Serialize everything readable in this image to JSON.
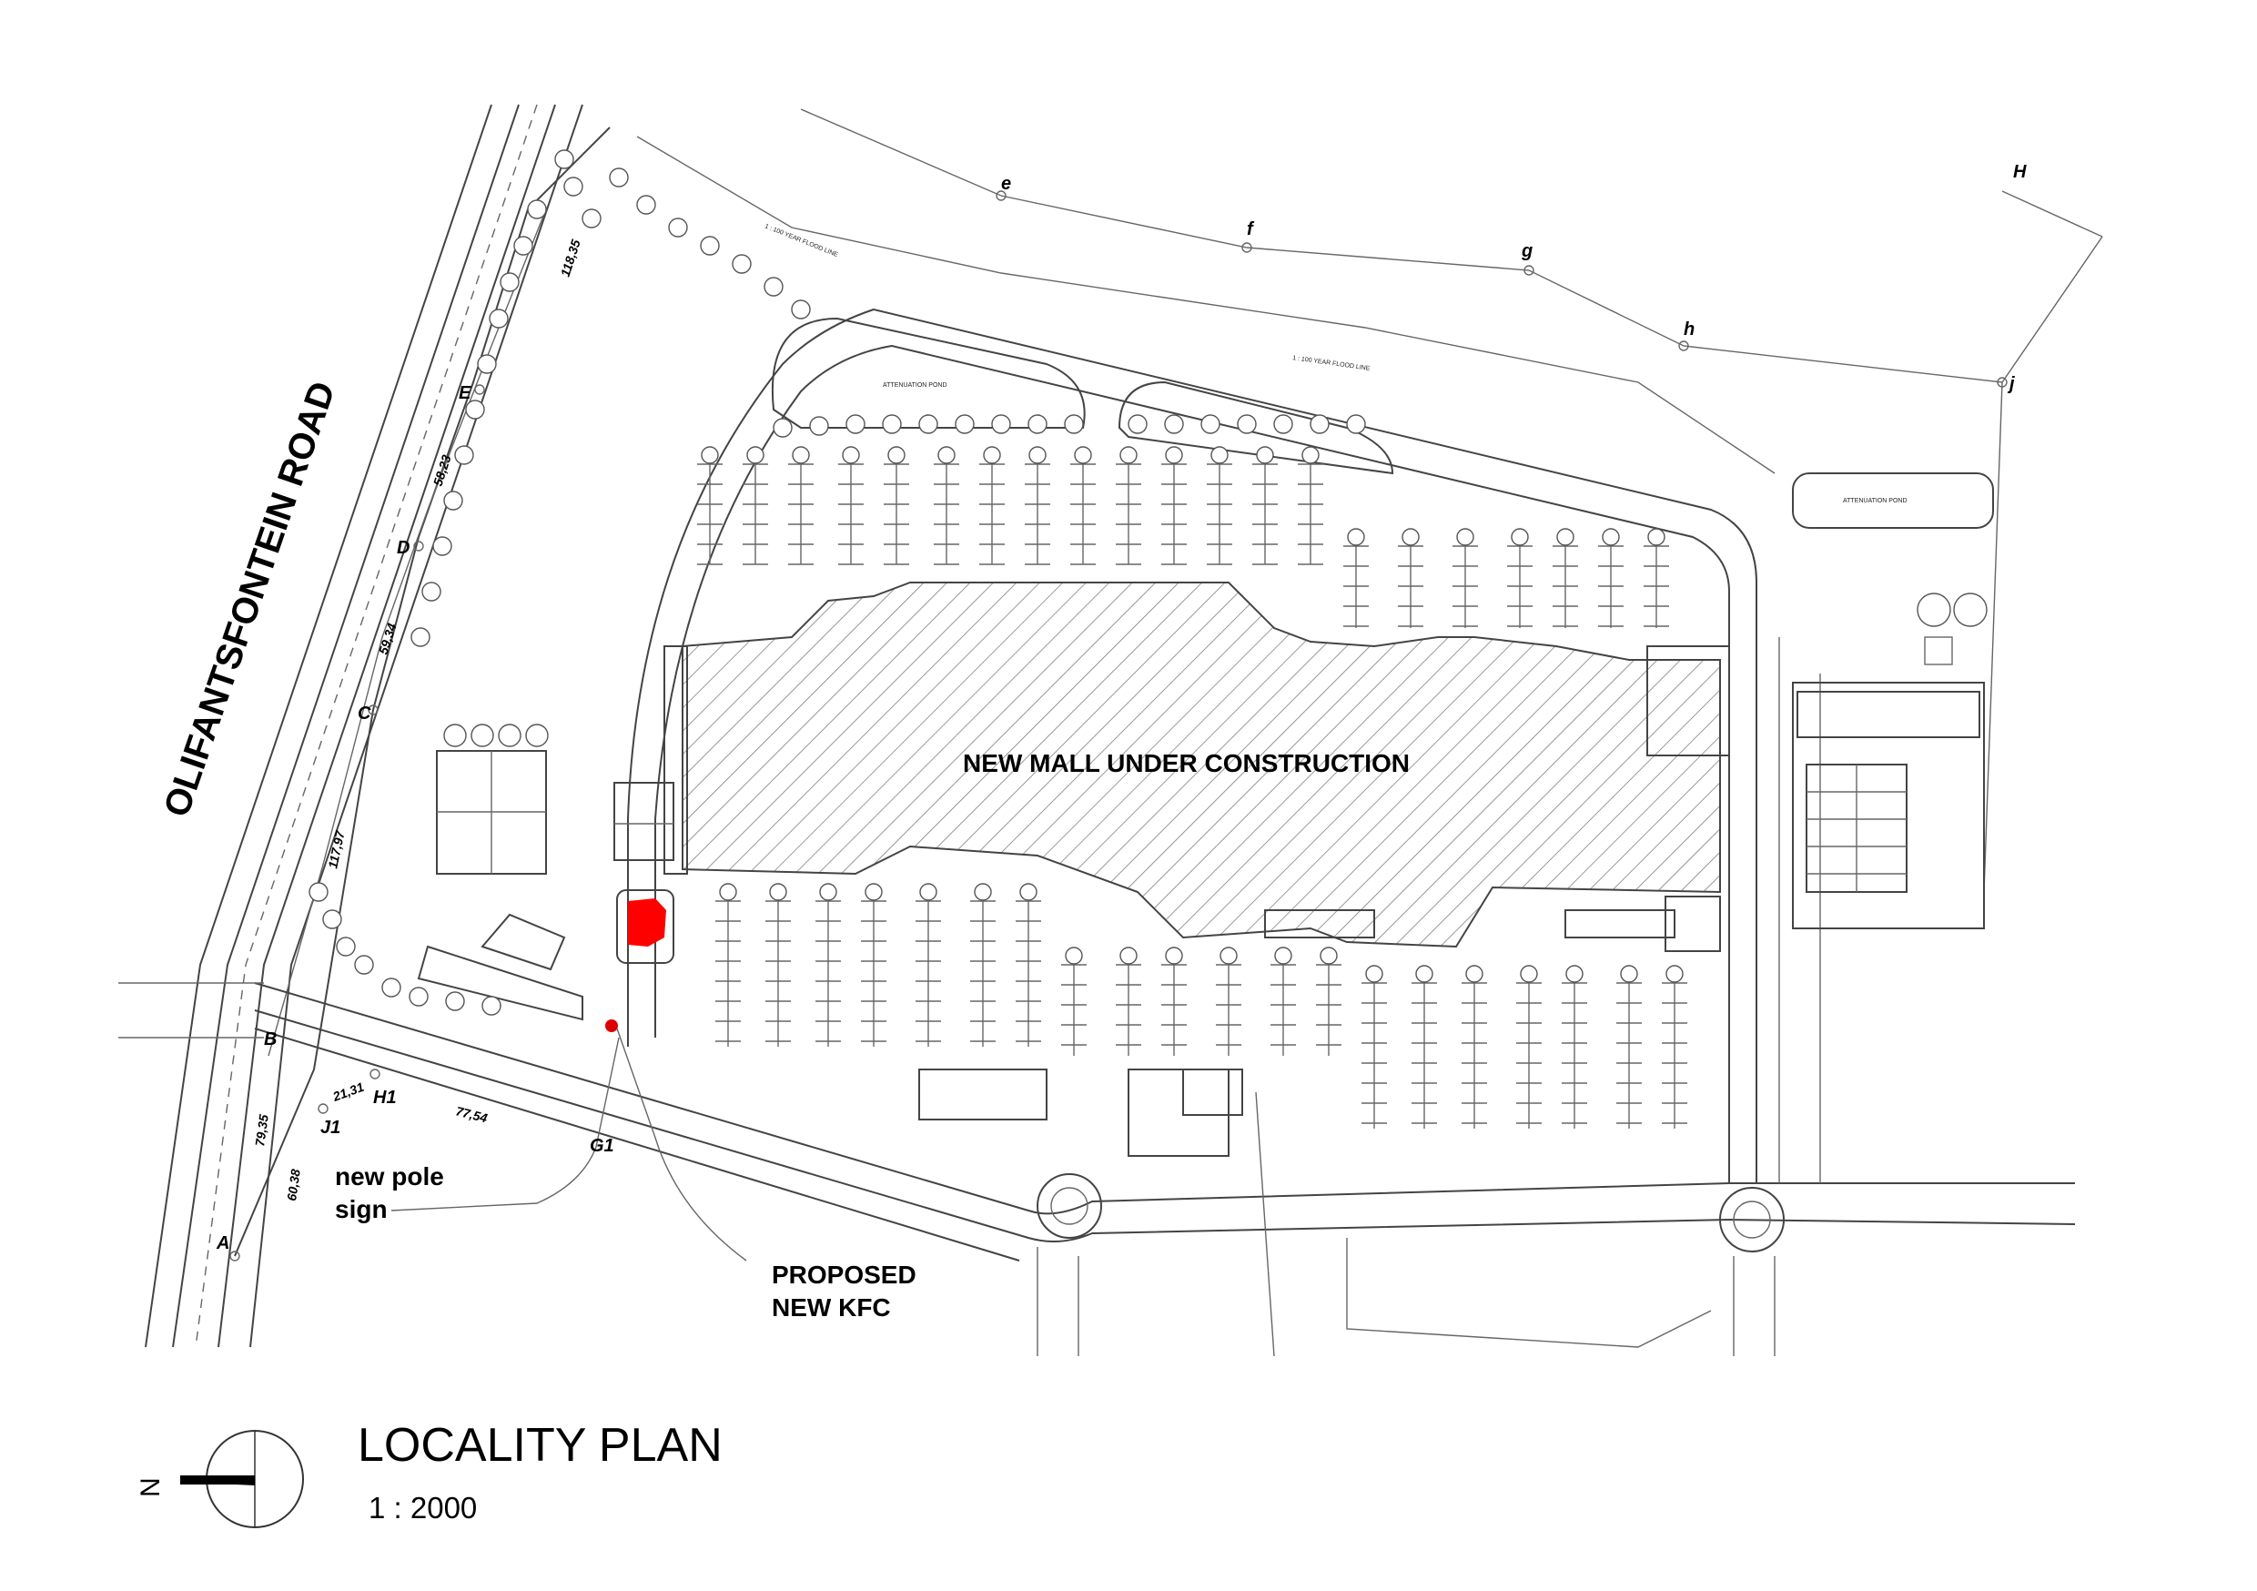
{
  "plan": {
    "road_name": "OLIFANTSFONTEIN ROAD",
    "mall_label": "NEW  MALL UNDER CONSTRUCTION",
    "pole_sign_label_1": "new pole",
    "pole_sign_label_2": "sign",
    "kfc_label_1": "PROPOSED",
    "kfc_label_2": "NEW KFC",
    "attenuation_pond_1": "ATTENUATION POND",
    "attenuation_pond_2": "ATTENUATION POND",
    "flood_line": "1 : 100 YEAR FLOOD LINE",
    "points": {
      "A": "A",
      "B": "B",
      "C": "C",
      "D": "D",
      "E": "E",
      "G1": "G1",
      "H1": "H1",
      "J1": "J1",
      "H": "H",
      "e": "e",
      "f": "f",
      "g": "g",
      "h": "h",
      "j": "j"
    },
    "dimensions": {
      "d1": "118,35",
      "d2": "58,23",
      "d3": "59,34",
      "d4": "117,97",
      "d5": "79,35",
      "d6": "60,38",
      "d7": "21,31",
      "d8": "77,54"
    },
    "kfc_color": "#ff0000",
    "pole_color": "#dd0000"
  },
  "title_block": {
    "title": "LOCALITY PLAN",
    "scale": "1 : 2000",
    "north": "N"
  }
}
